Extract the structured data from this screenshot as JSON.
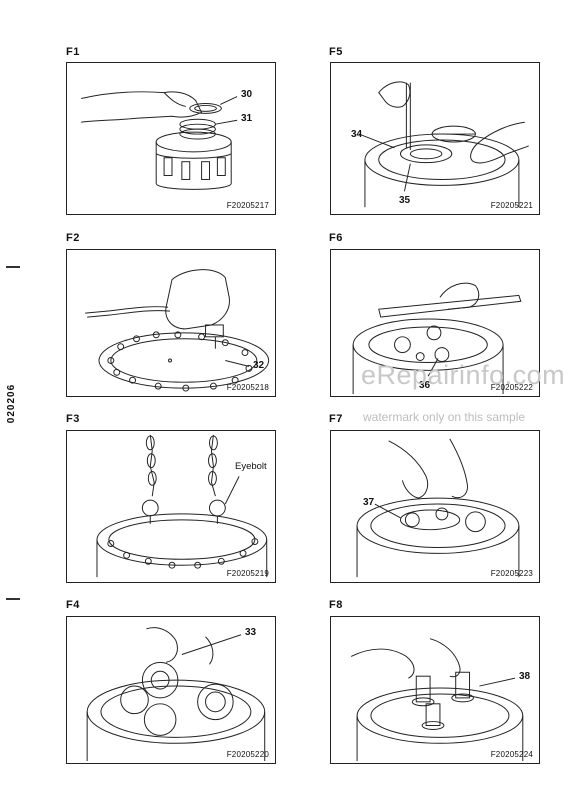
{
  "side_code": "020206",
  "watermark": {
    "brand": "eRepairinfo.com",
    "note": "watermark only on this sample"
  },
  "figures": [
    {
      "label": "F1",
      "code": "F20205217",
      "callouts": [
        "30",
        "31"
      ]
    },
    {
      "label": "F2",
      "code": "F20205218",
      "callouts": [
        "32"
      ]
    },
    {
      "label": "F3",
      "code": "F20205219",
      "callouts": [
        "Eyebolt"
      ]
    },
    {
      "label": "F4",
      "code": "F20205220",
      "callouts": [
        "33"
      ]
    },
    {
      "label": "F5",
      "code": "F20205221",
      "callouts": [
        "34",
        "35"
      ]
    },
    {
      "label": "F6",
      "code": "F20205222",
      "callouts": [
        "36"
      ]
    },
    {
      "label": "F7",
      "code": "F20205223",
      "callouts": [
        "37"
      ]
    },
    {
      "label": "F8",
      "code": "F20205224",
      "callouts": [
        "38"
      ]
    }
  ]
}
